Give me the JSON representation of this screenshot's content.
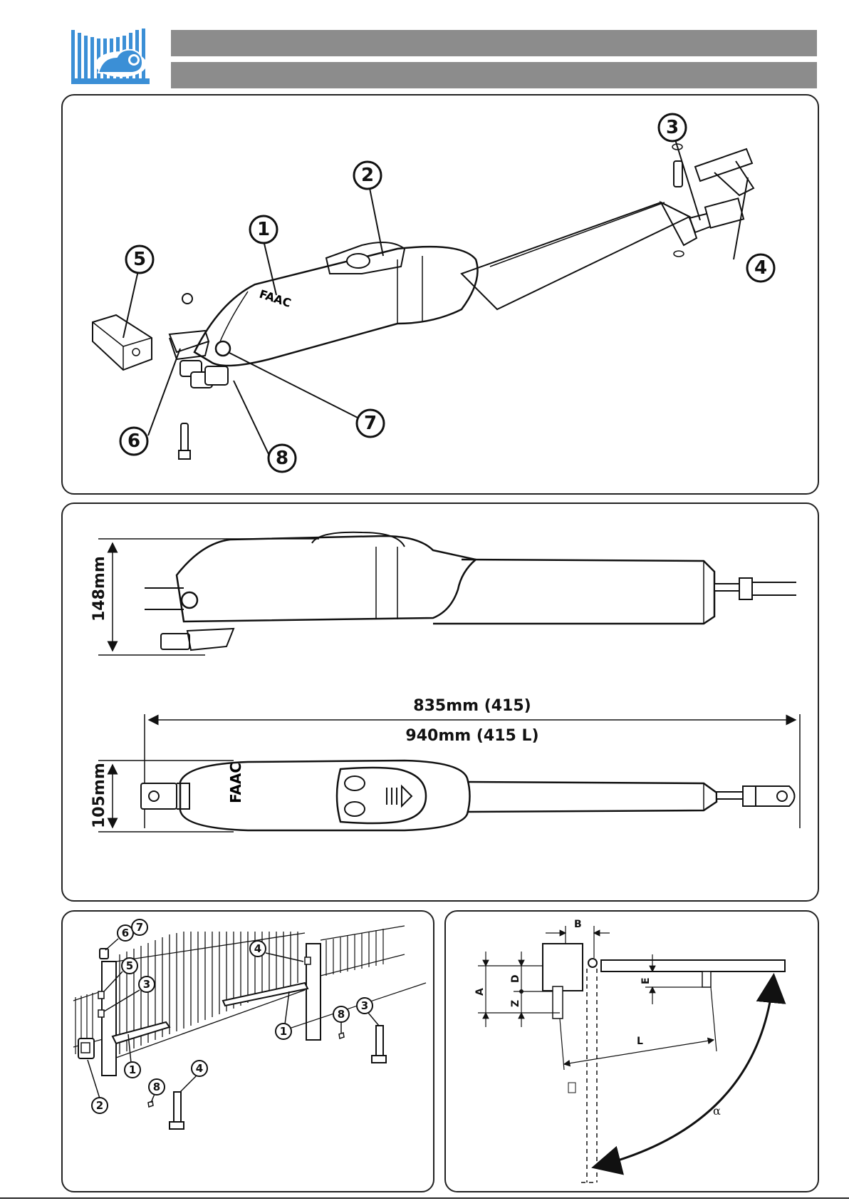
{
  "header": {
    "logo_icon": "lion-gate-logo-icon",
    "bar_color": "#8c8c8c",
    "logo_color": "#3b8fd6"
  },
  "panel1": {
    "callouts": [
      "1",
      "2",
      "3",
      "4",
      "5",
      "6",
      "7",
      "8"
    ]
  },
  "panel2": {
    "height_side": "148mm",
    "length_line1": "835mm (415)",
    "length_line2": "940mm (415 L)",
    "height_top": "105mm",
    "brand": "FAAC"
  },
  "panel3": {
    "callouts": [
      "6",
      "7",
      "5",
      "3",
      "4",
      "1",
      "1",
      "2",
      "8",
      "4",
      "8",
      "3"
    ]
  },
  "panel4": {
    "labels": {
      "b": "B",
      "a": "A",
      "d": "D",
      "z": "Z",
      "e": "E",
      "l": "L",
      "alpha": "α"
    }
  }
}
